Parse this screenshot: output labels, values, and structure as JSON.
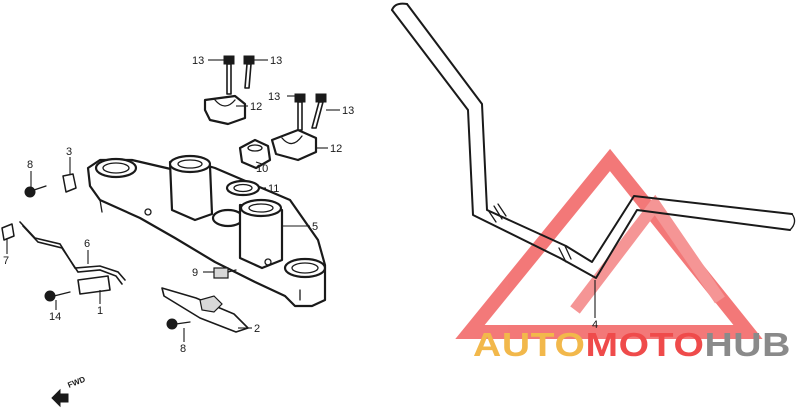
{
  "diagram": {
    "callouts": [
      "13",
      "13",
      "12",
      "13",
      "13",
      "12",
      "10",
      "11",
      "3",
      "8",
      "5",
      "7",
      "6",
      "9",
      "14",
      "1",
      "2",
      "8",
      "4"
    ],
    "fwd_label": "FWD"
  },
  "watermark": {
    "text_auto": "AUTO",
    "text_moto": "MOTO",
    "text_hub": "HUB",
    "color_auto": "#f2b84b",
    "color_moto": "#ef4b4b",
    "color_hub": "#8a8a8a"
  }
}
